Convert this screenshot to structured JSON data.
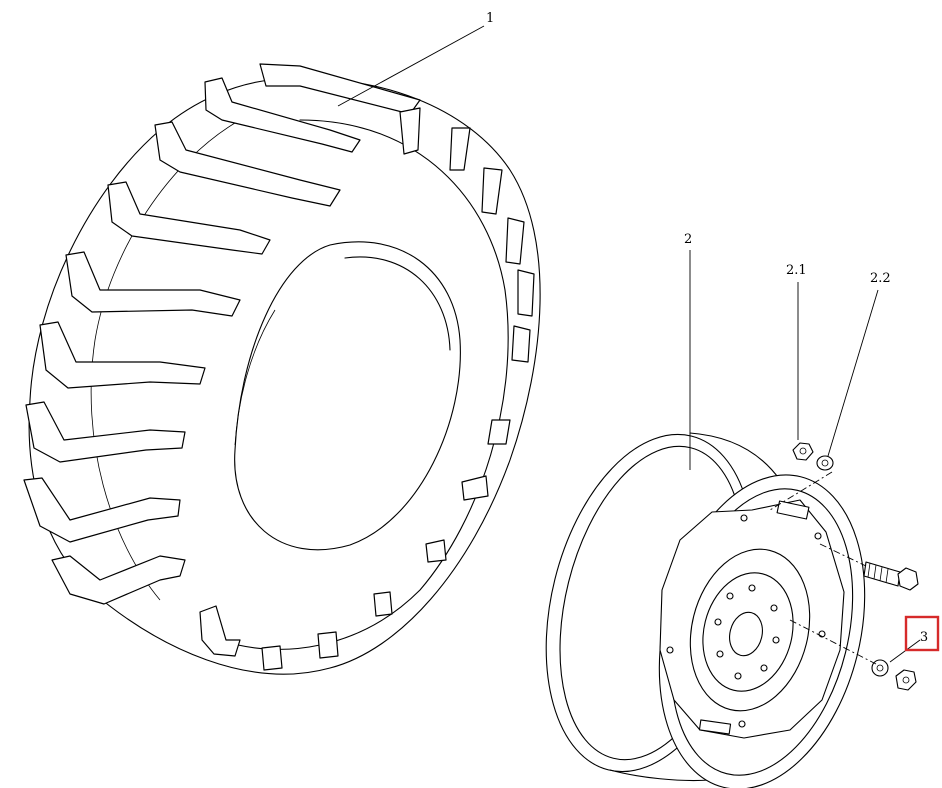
{
  "labels": {
    "tyre": "1",
    "rim": "2",
    "nut_a": "2.1",
    "washer_a": "2.2",
    "fastener": "3"
  },
  "colors": {
    "line": "#000000",
    "highlight": "#d62a2a",
    "background": "#ffffff"
  }
}
